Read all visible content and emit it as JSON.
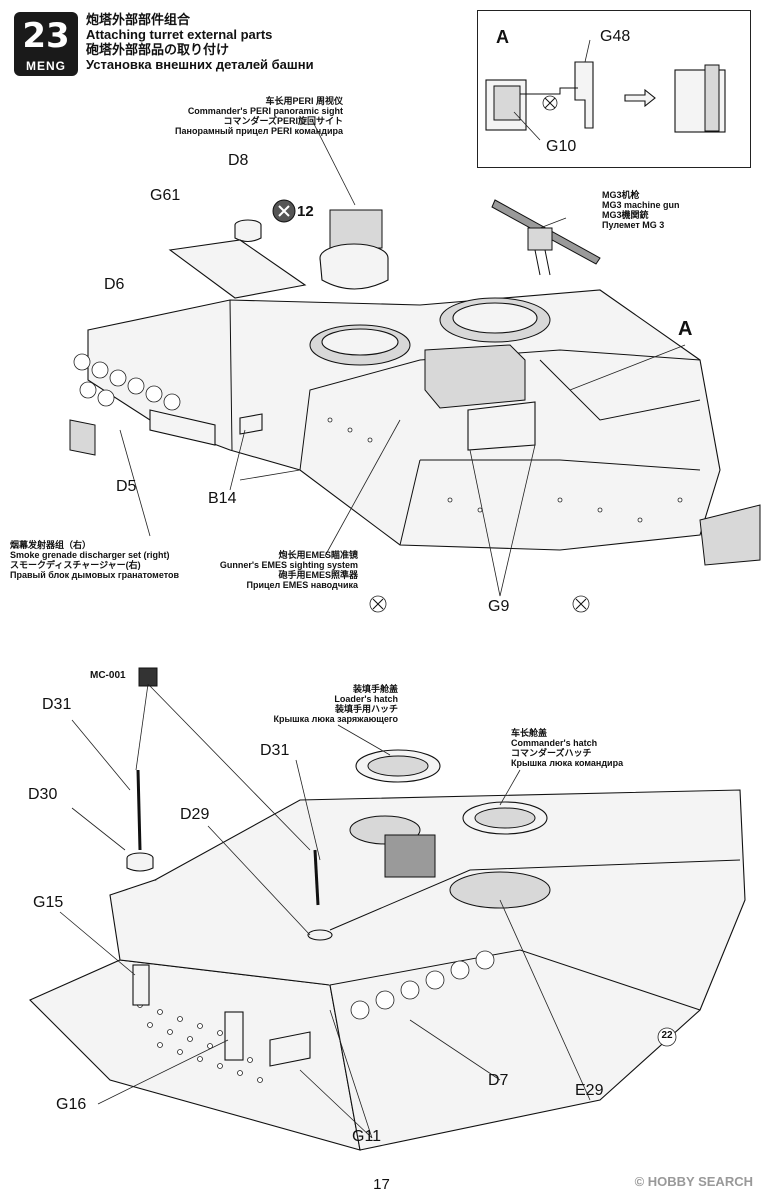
{
  "step": {
    "number": "23",
    "brand": "MENG",
    "title_zh": "炮塔外部部件组合",
    "title_en": "Attaching turret external parts",
    "title_ja": "砲塔外部部品の取り付け",
    "title_ru": "Установка внешних деталей башни"
  },
  "inset": {
    "letter": "A",
    "parts": [
      "G48",
      "G10"
    ]
  },
  "upper": {
    "callout_letter": "A",
    "x_count": "12",
    "parts": {
      "d8": "D8",
      "g61": "G61",
      "d6": "D6",
      "d5": "D5",
      "b14": "B14",
      "g9": "G9"
    },
    "notes": {
      "peri": [
        "车长用PERI 周视仪",
        "Commander's PERI panoramic sight",
        "コマンダーズPERI旋回サイト",
        "Панорамный прицел PERI командира"
      ],
      "mg3": [
        "MG3机枪",
        "MG3 machine gun",
        "MG3機関銃",
        "Пулемет MG 3"
      ],
      "smoke": [
        "烟幕发射器组（右）",
        "Smoke grenade discharger set (right)",
        "スモークディスチャージャー(右)",
        "Правый блок дымовых гранатометов"
      ],
      "emes": [
        "炮长用EMES瞄准镜",
        "Gunner's EMES sighting system",
        "砲手用EMES照準器",
        "Прицел EMES наводчика"
      ]
    }
  },
  "lower": {
    "paint_code": "MC-001",
    "decal_number": "22",
    "parts": {
      "d31a": "D31",
      "d30": "D30",
      "g15": "G15",
      "d29": "D29",
      "d31b": "D31",
      "g16": "G16",
      "g11": "G11",
      "d7": "D7",
      "e29": "E29"
    },
    "notes": {
      "loader": [
        "装填手舱盖",
        "Loader's hatch",
        "装填手用ハッチ",
        "Крышка люка заряжающего"
      ],
      "commander": [
        "车长舱盖",
        "Commander's hatch",
        "コマンダーズハッチ",
        "Крышка люка командира"
      ]
    }
  },
  "footer": {
    "page_number": "17",
    "watermark": "© HOBBY SEARCH"
  }
}
